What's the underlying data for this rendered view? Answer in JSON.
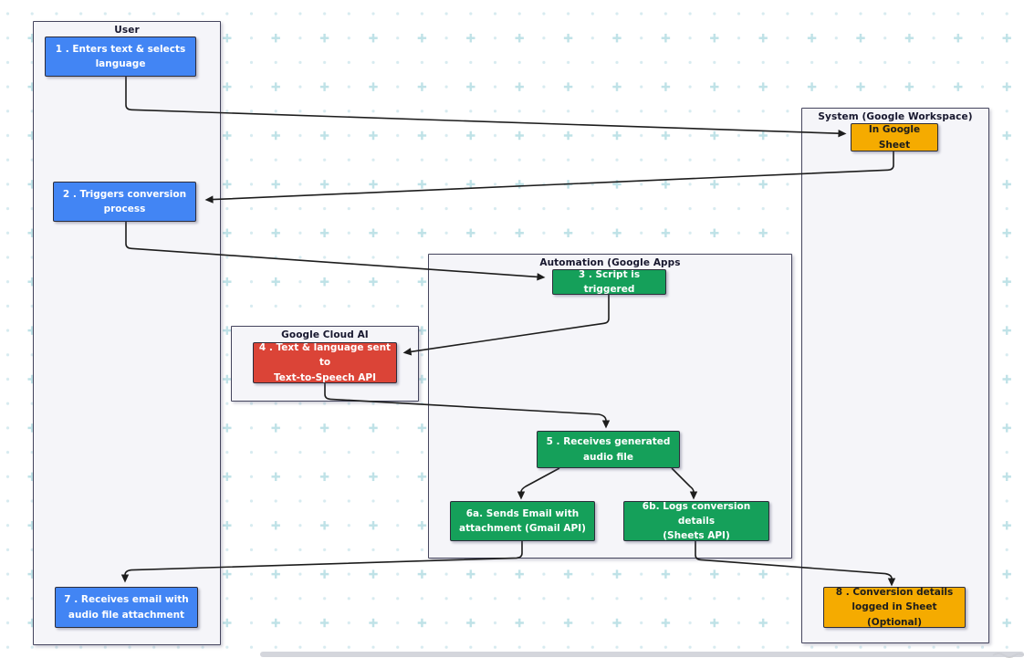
{
  "app": {
    "kind": "flowchart-canvas"
  },
  "lanes": [
    {
      "id": "user",
      "title": "User"
    },
    {
      "id": "system",
      "title": "System (Google Workspace)"
    },
    {
      "id": "automation",
      "title": "Automation (Google Apps"
    },
    {
      "id": "gcloud",
      "title": "Google Cloud AI"
    }
  ],
  "nodes": [
    {
      "id": "1",
      "label": "1 . Enters text & selects\nlanguage",
      "color": "blue",
      "lane": "user"
    },
    {
      "id": "sheet",
      "label": "In Google Sheet",
      "color": "orange",
      "lane": "system"
    },
    {
      "id": "2",
      "label": "2 . Triggers conversion\nprocess",
      "color": "blue",
      "lane": "user"
    },
    {
      "id": "3",
      "label": "3 . Script is triggered",
      "color": "green",
      "lane": "automation"
    },
    {
      "id": "4",
      "label": "4 . Text & language sent to\nText-to-Speech API",
      "color": "red",
      "lane": "gcloud"
    },
    {
      "id": "5",
      "label": "5 . Receives generated\naudio file",
      "color": "green",
      "lane": "automation"
    },
    {
      "id": "6a",
      "label": "6a. Sends Email with\nattachment (Gmail API)",
      "color": "green",
      "lane": "automation"
    },
    {
      "id": "6b",
      "label": "6b. Logs conversion details\n(Sheets API)",
      "color": "green",
      "lane": "automation"
    },
    {
      "id": "7",
      "label": "7 . Receives email with\naudio file attachment",
      "color": "blue",
      "lane": "user"
    },
    {
      "id": "8",
      "label": "8 . Conversion details\nlogged in Sheet (Optional)",
      "color": "orange",
      "lane": "system"
    }
  ],
  "edges": [
    {
      "from": "1",
      "to": "sheet"
    },
    {
      "from": "sheet",
      "to": "2"
    },
    {
      "from": "2",
      "to": "3"
    },
    {
      "from": "3",
      "to": "4"
    },
    {
      "from": "4",
      "to": "5"
    },
    {
      "from": "5",
      "to": "6a"
    },
    {
      "from": "5",
      "to": "6b"
    },
    {
      "from": "6a",
      "to": "7"
    },
    {
      "from": "6b",
      "to": "8"
    }
  ],
  "colors": {
    "node_blue": "#4285F4",
    "node_green": "#15A05A",
    "node_red": "#DB4437",
    "node_orange": "#F5AB00",
    "lane_fill": "#f5f5f9",
    "lane_border": "#45455e",
    "node_border": "#2d2d3a",
    "edge_stroke": "#1d1d1d",
    "grid_plus": "#bfe2e7",
    "grid_dot": "#d7ebf0",
    "background": "#ffffff"
  }
}
